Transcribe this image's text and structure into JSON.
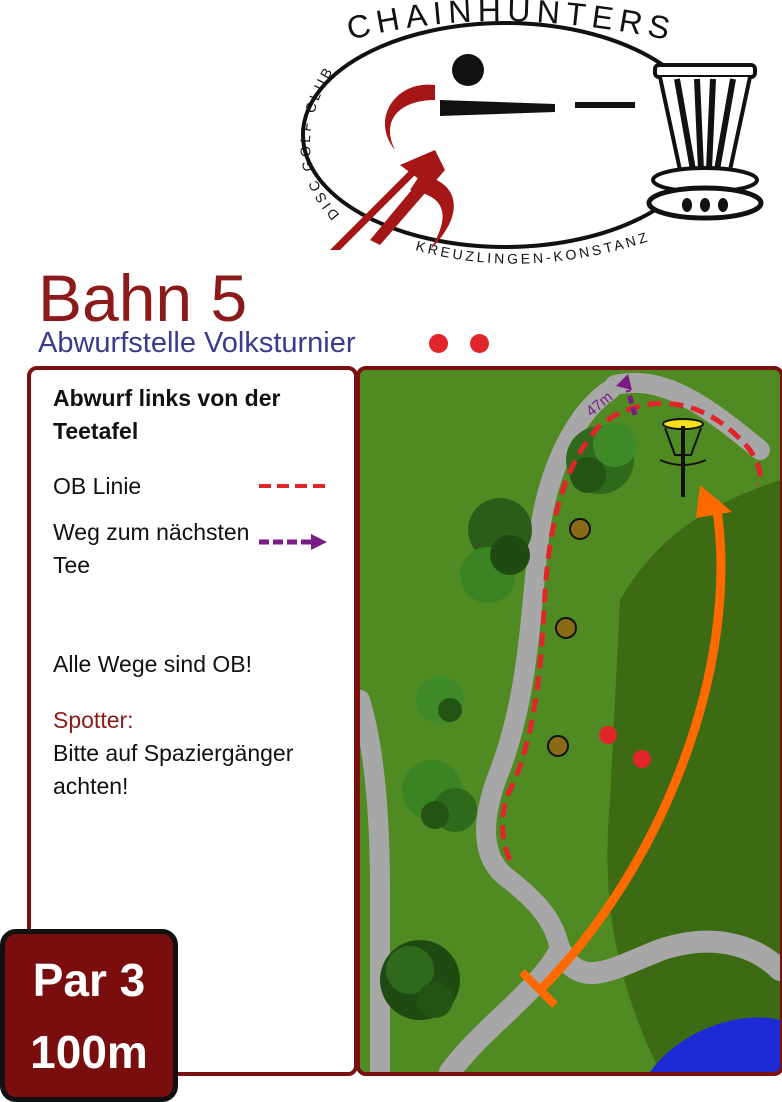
{
  "logo": {
    "club_name": "CHAINHUNTERS",
    "club_prefix": "DISC GOLF CLUB",
    "location": "KREUZLINGEN-KONSTANZ",
    "colors": {
      "accent": "#b01818",
      "dark": "#111111"
    }
  },
  "hole": {
    "title": "Bahn 5",
    "subtitle": "Abwurfstelle Volksturnier",
    "tee_markers": 2
  },
  "legend": {
    "heading": "Abwurf links von der Teetafel",
    "ob_label": "OB Linie",
    "path_label": "Weg zum nächsten Tee",
    "all_paths_ob": "Alle Wege sind OB!",
    "spotter_label": "Spotter:",
    "spotter_text": "Bitte auf Spaziergänger achten!"
  },
  "map": {
    "next_tee_distance": "47m",
    "colors": {
      "fairway": "#4f8a22",
      "rough": "#3d6b14",
      "path": "#a7a7a7",
      "ob_line": "#e0262b",
      "next_path": "#7a1b86",
      "flight": "#ff6a00",
      "water": "#1c2bd6",
      "basket": "#f5e01a"
    }
  },
  "par": {
    "par_label": "Par 3",
    "distance": "100m"
  }
}
